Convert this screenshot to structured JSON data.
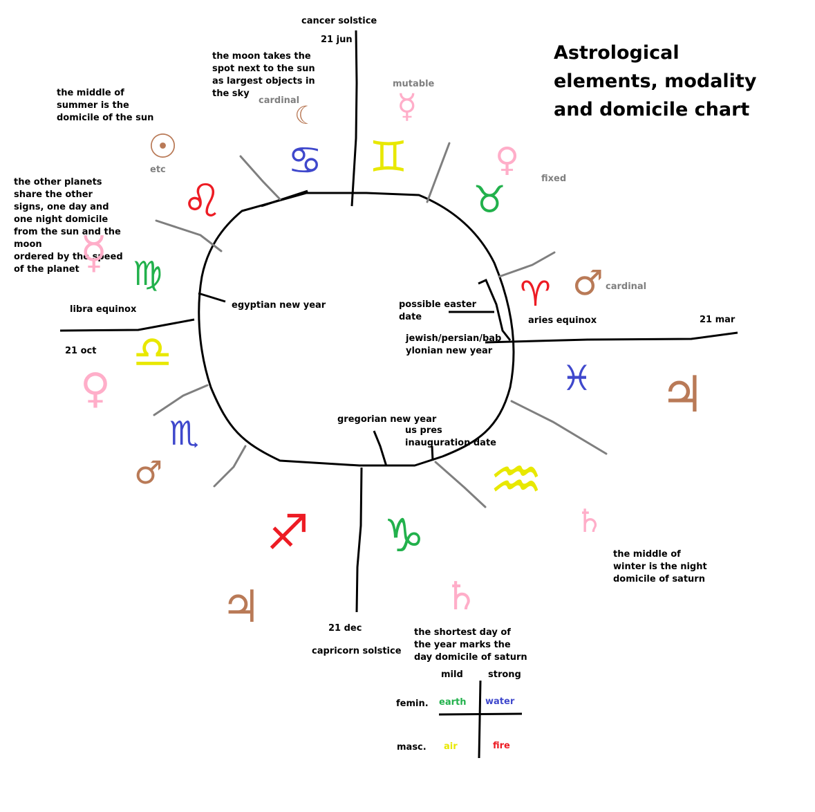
{
  "title": "Astrological\nelements, modality\nand domicile chart",
  "solstices_equinoxes": {
    "cancer_solstice": "cancer solstice",
    "jun21": "21 jun",
    "capricorn_solstice": "capricorn solstice",
    "dec21": "21 dec",
    "aries_equinox": "aries equinox",
    "mar21": "21 mar",
    "libra_equinox": "libra equinox",
    "oct21": "21 oct"
  },
  "new_years": {
    "egyptian": "egyptian new year",
    "easter": "possible easter\ndate",
    "jewish": "jewish/persian/bab\nylonian new year",
    "gregorian": "gregorian new year",
    "us_inauguration": "us pres\ninauguration date"
  },
  "notes": {
    "moon": "the moon takes the\nspot next to the sun\nas largest objects in\nthe sky",
    "summer": "the middle of\nsummer is the\ndomicile of the sun",
    "other_planets": "the other planets\nshare the other\nsigns, one day and\none night domicile\nfrom the sun and the\nmoon\nordered by the speed\nof the planet",
    "winter": "the middle of\nwinter is the night\ndomicile of saturn",
    "shortest_day": "the shortest day of\nthe year marks the\nday domicile of saturn"
  },
  "modality": {
    "cardinal_top": "cardinal",
    "mutable": "mutable",
    "fixed": "fixed",
    "cardinal_right": "cardinal",
    "etc": "etc"
  },
  "legend": {
    "mild": "mild",
    "strong": "strong",
    "femin": "femin.",
    "masc": "masc.",
    "earth": "earth",
    "water": "water",
    "air": "air",
    "fire": "fire"
  },
  "colors": {
    "fire": "#ed1c24",
    "earth": "#22b14c",
    "air": "#e8e800",
    "water": "#3f48cc",
    "planet_brown": "#b97a57",
    "planet_pink": "#ffaec9",
    "modality_grey": "#7f7f7f"
  },
  "signs": [
    {
      "name": "aries-sign",
      "glyph": "♈",
      "element": "fire"
    },
    {
      "name": "taurus-sign",
      "glyph": "♉",
      "element": "earth"
    },
    {
      "name": "gemini-sign",
      "glyph": "♊",
      "element": "air"
    },
    {
      "name": "cancer-sign",
      "glyph": "♋",
      "element": "water"
    },
    {
      "name": "leo-sign",
      "glyph": "♌",
      "element": "fire"
    },
    {
      "name": "virgo-sign",
      "glyph": "♍",
      "element": "earth"
    },
    {
      "name": "libra-sign",
      "glyph": "♎",
      "element": "air"
    },
    {
      "name": "scorpio-sign",
      "glyph": "♏",
      "element": "water"
    },
    {
      "name": "sagittarius-sign",
      "glyph": "♐",
      "element": "fire"
    },
    {
      "name": "capricorn-sign",
      "glyph": "♑",
      "element": "earth"
    },
    {
      "name": "aquarius-sign",
      "glyph": "♒",
      "element": "air"
    },
    {
      "name": "pisces-sign",
      "glyph": "♓",
      "element": "water"
    }
  ],
  "planets": [
    {
      "name": "moon-planet",
      "glyph": "☾",
      "color": "planet_brown"
    },
    {
      "name": "sun-planet",
      "glyph": "☉",
      "color": "planet_brown"
    },
    {
      "name": "mercury-planet-gemini",
      "glyph": "☿",
      "color": "planet_pink"
    },
    {
      "name": "venus-planet-taurus",
      "glyph": "♀",
      "color": "planet_pink"
    },
    {
      "name": "mars-planet-aries",
      "glyph": "♂",
      "color": "planet_brown"
    },
    {
      "name": "jupiter-planet-pisces",
      "glyph": "♃",
      "color": "planet_brown"
    },
    {
      "name": "saturn-planet-aquarius",
      "glyph": "♄",
      "color": "planet_pink"
    },
    {
      "name": "saturn-planet-capricorn",
      "glyph": "♄",
      "color": "planet_pink"
    },
    {
      "name": "jupiter-planet-sagittarius",
      "glyph": "♃",
      "color": "planet_brown"
    },
    {
      "name": "mars-planet-scorpio",
      "glyph": "♂",
      "color": "planet_brown"
    },
    {
      "name": "venus-planet-libra",
      "glyph": "♀",
      "color": "planet_pink"
    },
    {
      "name": "mercury-planet-virgo",
      "glyph": "☿",
      "color": "planet_pink"
    }
  ]
}
